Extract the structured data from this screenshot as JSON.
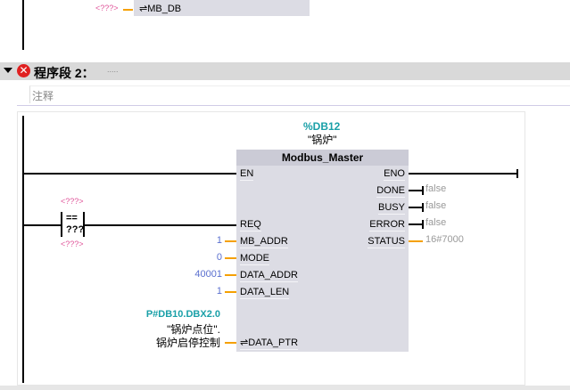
{
  "prev_network": {
    "param_value": "<???>",
    "pin": "⇌MB_DB"
  },
  "network": {
    "title": "程序段 2：",
    "title_dots": ".....",
    "comment_placeholder": "注释"
  },
  "contact": {
    "operand_top": "<???>",
    "operator": "==",
    "type": "???",
    "operand_bottom": "<???>"
  },
  "block": {
    "instance_address": "%DB12",
    "instance_name": "\"锅炉\"",
    "name": "Modbus_Master",
    "inputs": [
      {
        "pin": "EN",
        "value": ""
      },
      {
        "pin": "REQ",
        "value": ""
      },
      {
        "pin": "MB_ADDR",
        "value": "1"
      },
      {
        "pin": "MODE",
        "value": "0"
      },
      {
        "pin": "DATA_ADDR",
        "value": "40001"
      },
      {
        "pin": "DATA_LEN",
        "value": "1"
      },
      {
        "pin": "⇌DATA_PTR",
        "value": ""
      }
    ],
    "data_ptr": {
      "address": "P#DB10.DBX2.0",
      "line1": "\"锅炉点位\".",
      "line2": "锅炉启停控制"
    },
    "outputs": [
      {
        "pin": "ENO",
        "value": ""
      },
      {
        "pin": "DONE",
        "value": "false"
      },
      {
        "pin": "BUSY",
        "value": "false"
      },
      {
        "pin": "ERROR",
        "value": "false"
      },
      {
        "pin": "STATUS",
        "value": "16#7000"
      }
    ]
  }
}
